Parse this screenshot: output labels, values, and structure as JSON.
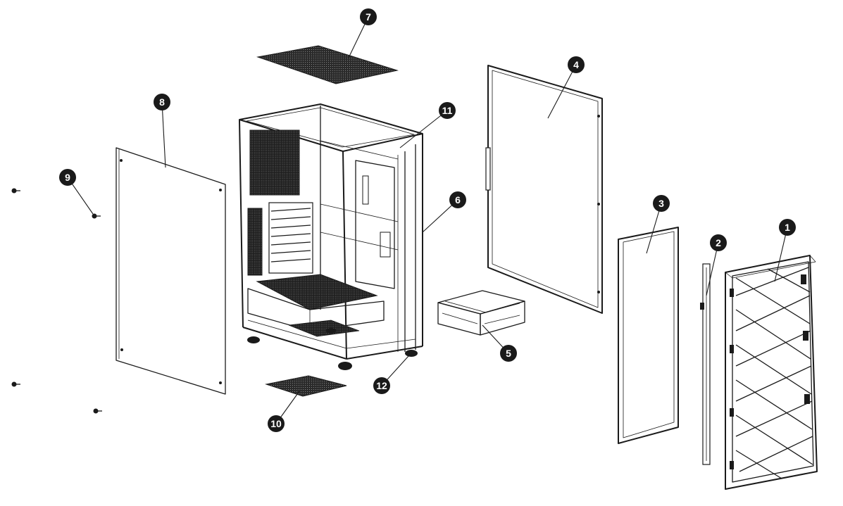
{
  "colors": {
    "line": "#1a1a1a",
    "background": "#ffffff",
    "badge_text": "#ffffff"
  },
  "callouts": [
    {
      "label": "1"
    },
    {
      "label": "2"
    },
    {
      "label": "3"
    },
    {
      "label": "4"
    },
    {
      "label": "5"
    },
    {
      "label": "6"
    },
    {
      "label": "7"
    },
    {
      "label": "8"
    },
    {
      "label": "9"
    },
    {
      "label": "10"
    },
    {
      "label": "11"
    },
    {
      "label": "12"
    }
  ]
}
